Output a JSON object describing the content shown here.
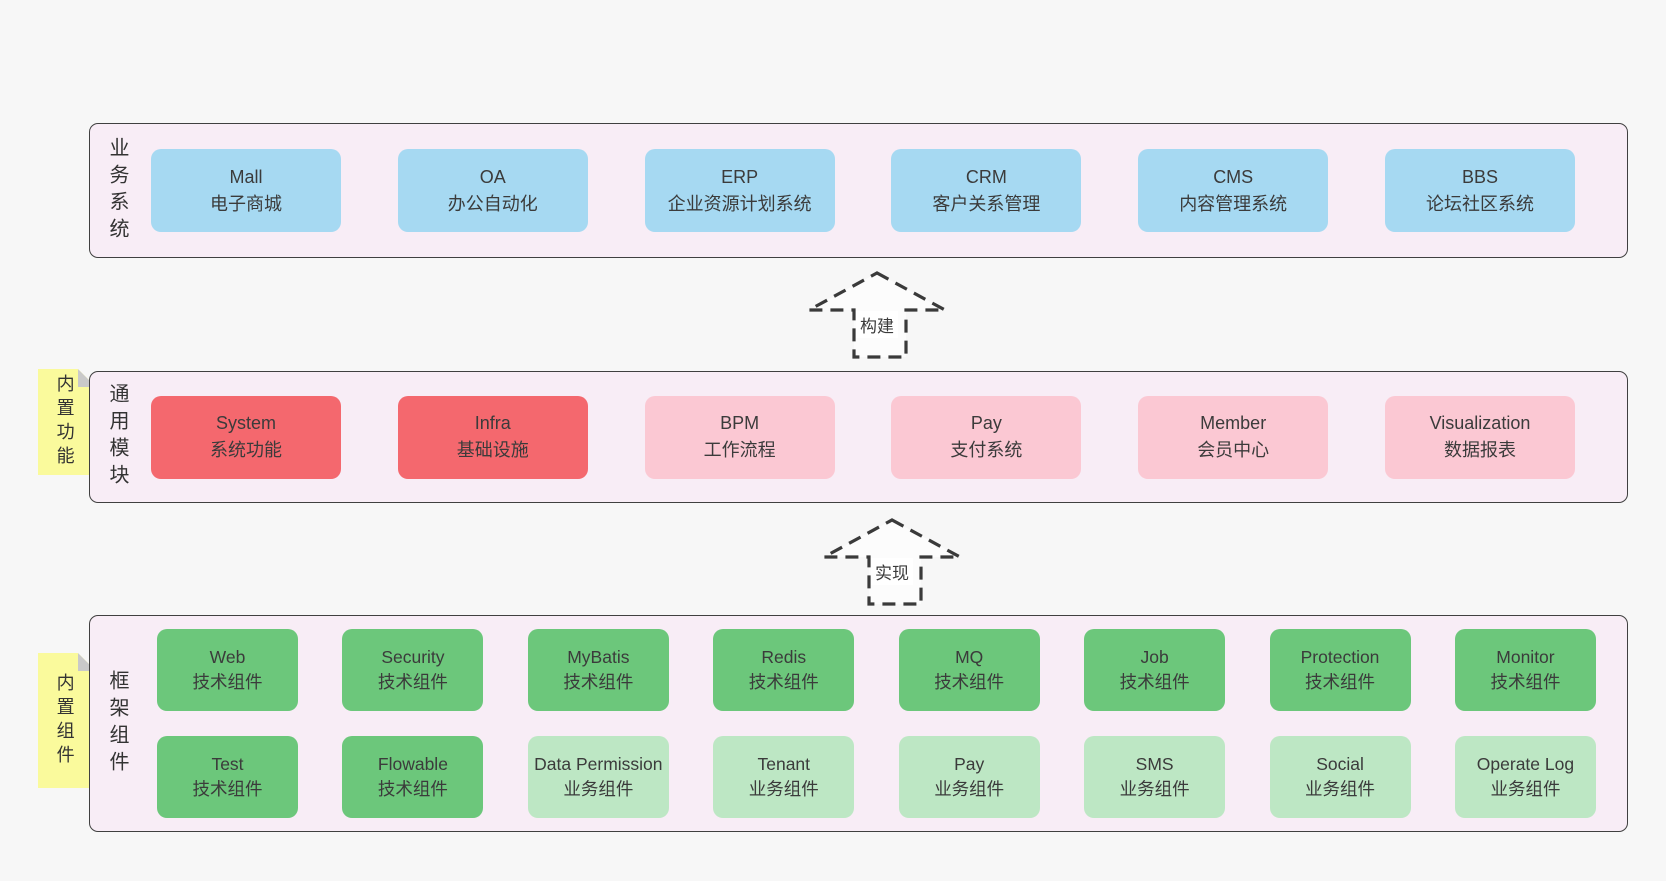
{
  "colors": {
    "page_bg": "#f7f7f7",
    "container_bg": "#f8edf6",
    "container_border": "#404040",
    "blue_box": "#a6d9f2",
    "red_box": "#f4686e",
    "pink_box": "#fbc8d3",
    "green_box": "#6cc77b",
    "light_green_box": "#bde7c4",
    "sticky_note": "#fafa9c",
    "sticky_fold": "#c9c9c9",
    "dashed_arrow": "#3a3a3a",
    "text": "#3b3b3b"
  },
  "stickies": [
    {
      "label": "内置功能"
    },
    {
      "label": "内置组件"
    }
  ],
  "arrows": [
    {
      "label": "构建"
    },
    {
      "label": "实现"
    }
  ],
  "layers": {
    "business": {
      "side_label": "业务系统",
      "boxes": [
        {
          "title": "Mall",
          "subtitle": "电子商城",
          "variant": "blue"
        },
        {
          "title": "OA",
          "subtitle": "办公自动化",
          "variant": "blue"
        },
        {
          "title": "ERP",
          "subtitle": "企业资源计划系统",
          "variant": "blue"
        },
        {
          "title": "CRM",
          "subtitle": "客户关系管理",
          "variant": "blue"
        },
        {
          "title": "CMS",
          "subtitle": "内容管理系统",
          "variant": "blue"
        },
        {
          "title": "BBS",
          "subtitle": "论坛社区系统",
          "variant": "blue"
        }
      ]
    },
    "modules": {
      "side_label": "通用模块",
      "boxes": [
        {
          "title": "System",
          "subtitle": "系统功能",
          "variant": "red"
        },
        {
          "title": "Infra",
          "subtitle": "基础设施",
          "variant": "red"
        },
        {
          "title": "BPM",
          "subtitle": "工作流程",
          "variant": "pink"
        },
        {
          "title": "Pay",
          "subtitle": "支付系统",
          "variant": "pink"
        },
        {
          "title": "Member",
          "subtitle": "会员中心",
          "variant": "pink"
        },
        {
          "title": "Visualization",
          "subtitle": "数据报表",
          "variant": "pink"
        }
      ]
    },
    "components": {
      "side_label": "框架组件",
      "row1": [
        {
          "title": "Web",
          "subtitle": "技术组件",
          "variant": "green"
        },
        {
          "title": "Security",
          "subtitle": "技术组件",
          "variant": "green"
        },
        {
          "title": "MyBatis",
          "subtitle": "技术组件",
          "variant": "green"
        },
        {
          "title": "Redis",
          "subtitle": "技术组件",
          "variant": "green"
        },
        {
          "title": "MQ",
          "subtitle": "技术组件",
          "variant": "green"
        },
        {
          "title": "Job",
          "subtitle": "技术组件",
          "variant": "green"
        },
        {
          "title": "Protection",
          "subtitle": "技术组件",
          "variant": "green"
        },
        {
          "title": "Monitor",
          "subtitle": "技术组件",
          "variant": "green"
        }
      ],
      "row2": [
        {
          "title": "Test",
          "subtitle": "技术组件",
          "variant": "green"
        },
        {
          "title": "Flowable",
          "subtitle": "技术组件",
          "variant": "green"
        },
        {
          "title": "Data Permission",
          "subtitle": "业务组件",
          "variant": "lightgreen"
        },
        {
          "title": "Tenant",
          "subtitle": "业务组件",
          "variant": "lightgreen"
        },
        {
          "title": "Pay",
          "subtitle": "业务组件",
          "variant": "lightgreen"
        },
        {
          "title": "SMS",
          "subtitle": "业务组件",
          "variant": "lightgreen"
        },
        {
          "title": "Social",
          "subtitle": "业务组件",
          "variant": "lightgreen"
        },
        {
          "title": "Operate Log",
          "subtitle": "业务组件",
          "variant": "lightgreen"
        }
      ]
    }
  }
}
